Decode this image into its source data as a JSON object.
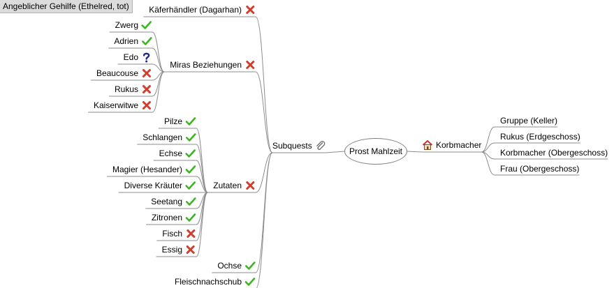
{
  "root": {
    "label": "Prost Mahlzeit"
  },
  "side_note": "Angeblicher Gehilfe (Ethelred, tot)",
  "left": {
    "hub": {
      "label": "Subquests",
      "icon": "paperclip-icon"
    },
    "branches": [
      {
        "label": "Käferhändler (Dagarhan)",
        "icon": "cross-icon",
        "children": []
      },
      {
        "label": "Miras Beziehungen",
        "icon": "cross-icon",
        "children": [
          {
            "label": "Zwerg",
            "icon": "check-icon"
          },
          {
            "label": "Adrien",
            "icon": "check-icon"
          },
          {
            "label": "Edo",
            "icon": "question-icon"
          },
          {
            "label": "Beaucouse",
            "icon": "cross-icon"
          },
          {
            "label": "Rukus",
            "icon": "cross-icon"
          },
          {
            "label": "Kaiserwitwe",
            "icon": "cross-icon"
          }
        ]
      },
      {
        "label": "Zutaten",
        "icon": "cross-icon",
        "children": [
          {
            "label": "Pilze",
            "icon": "check-icon"
          },
          {
            "label": "Schlangen",
            "icon": "check-icon"
          },
          {
            "label": "Echse",
            "icon": "check-icon"
          },
          {
            "label": "Magier (Hesander)",
            "icon": "check-icon"
          },
          {
            "label": "Diverse Kräuter",
            "icon": "check-icon"
          },
          {
            "label": "Seetang",
            "icon": "check-icon"
          },
          {
            "label": "Zitronen",
            "icon": "check-icon"
          },
          {
            "label": "Fisch",
            "icon": "cross-icon"
          },
          {
            "label": "Essig",
            "icon": "cross-icon"
          }
        ]
      },
      {
        "label": "Ochse",
        "icon": "check-icon",
        "children": []
      },
      {
        "label": "Fleischnachschub",
        "icon": "check-icon",
        "children": []
      }
    ]
  },
  "right": {
    "hub": {
      "label": "Korbmacher",
      "icon": "house-icon"
    },
    "children": [
      {
        "label": "Gruppe (Keller)"
      },
      {
        "label": "Rukus (Erdgeschoss)"
      },
      {
        "label": "Korbmacher (Obergeschoss)"
      },
      {
        "label": "Frau (Obergeschoss)"
      }
    ]
  },
  "colors": {
    "edge": "#8c8c8c",
    "check": "#3cb521",
    "cross": "#d23c2a",
    "question": "#1c2a8c",
    "house": "#c0392b"
  }
}
